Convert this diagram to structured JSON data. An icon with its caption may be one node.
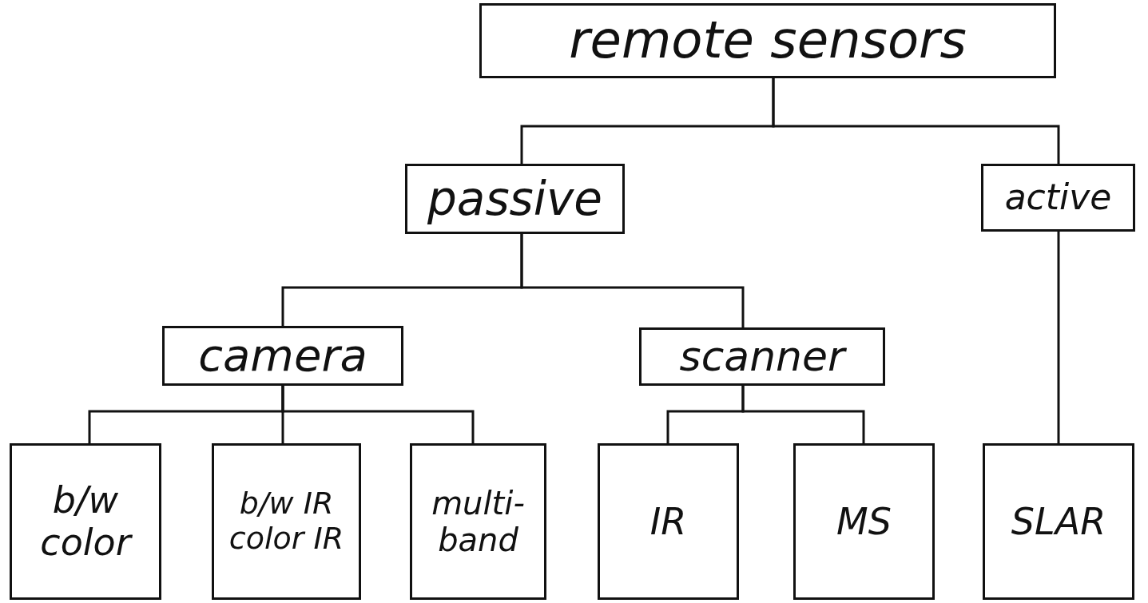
{
  "diagram": {
    "nodes": [
      {
        "text": [
          "remote sensors"
        ]
      },
      {
        "text": [
          "passive"
        ]
      },
      {
        "text": [
          "active"
        ]
      },
      {
        "text": [
          "camera"
        ]
      },
      {
        "text": [
          "scanner"
        ]
      },
      {
        "text": [
          "b/w color"
        ]
      },
      {
        "text": [
          "b/w IR color IR"
        ]
      },
      {
        "text": [
          "multi-band"
        ]
      },
      {
        "text": [
          "IR"
        ]
      },
      {
        "text": [
          "MS"
        ]
      },
      {
        "text": [
          "SLAR"
        ]
      }
    ],
    "edges": [
      {
        "from": 0,
        "to": 1,
        "arrow": "none"
      },
      {
        "from": 0,
        "to": 2,
        "arrow": "none"
      },
      {
        "from": 1,
        "to": 3,
        "arrow": "none"
      },
      {
        "from": 1,
        "to": 4,
        "arrow": "none"
      },
      {
        "from": 3,
        "to": 5,
        "arrow": "none"
      },
      {
        "from": 3,
        "to": 6,
        "arrow": "none"
      },
      {
        "from": 3,
        "to": 7,
        "arrow": "none"
      },
      {
        "from": 4,
        "to": 8,
        "arrow": "none"
      },
      {
        "from": 4,
        "to": 9,
        "arrow": "none"
      },
      {
        "from": 2,
        "to": 10,
        "arrow": "none"
      }
    ]
  }
}
